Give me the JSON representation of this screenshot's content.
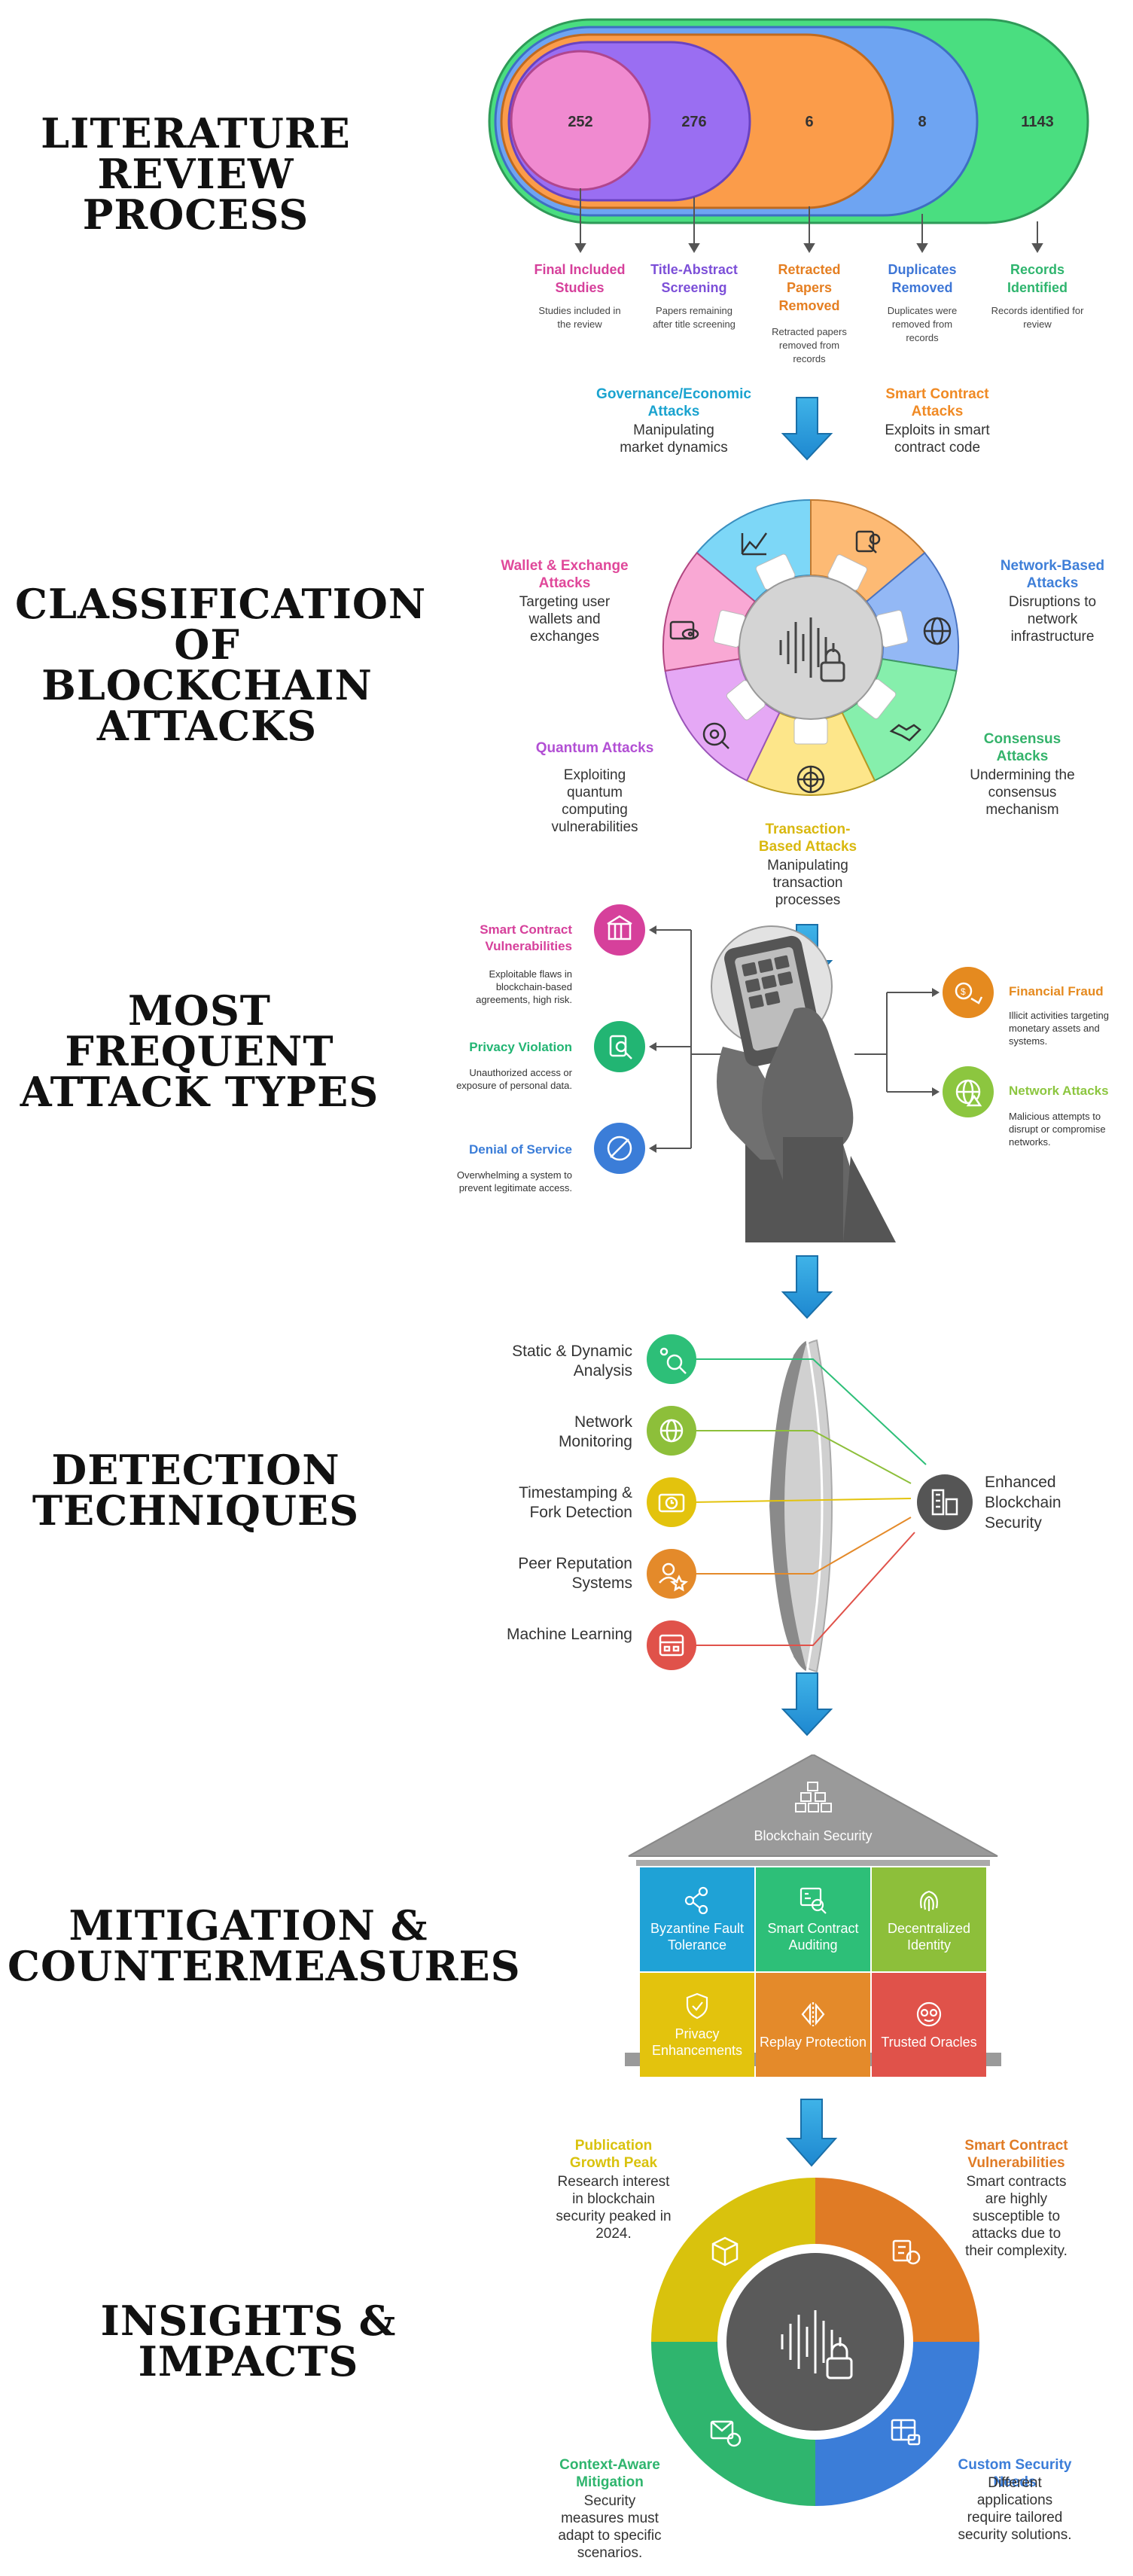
{
  "sections": {
    "literature": [
      "LITERATURE",
      "REVIEW",
      "PROCESS"
    ],
    "classification": [
      "CLASSIFICATION",
      "OF BLOCKCHAIN",
      "ATTACKS"
    ],
    "frequent": [
      "MOST FREQUENT",
      "ATTACK TYPES"
    ],
    "detection": [
      "DETECTION",
      "TECHNIQUES"
    ],
    "mitigation": [
      "MITIGATION &",
      "COUNTERMEASURES"
    ],
    "insights": [
      "INSIGHTS &",
      "IMPACTS"
    ]
  },
  "literature_review": {
    "counts": [
      "252",
      "276",
      "6",
      "8",
      "1143"
    ],
    "colors": [
      "#f472b6",
      "#8b5cf6",
      "#fb923c",
      "#5b8def",
      "#4ade80"
    ],
    "stages": [
      {
        "title": "Final Included Studies",
        "desc": "Studies included in the review"
      },
      {
        "title": "Title-Abstract Screening",
        "desc": "Papers remaining after title screening"
      },
      {
        "title": "Retracted Papers Removed",
        "desc": "Retracted papers removed from records"
      },
      {
        "title": "Duplicates Removed",
        "desc": "Duplicates were removed from records"
      },
      {
        "title": "Records Identified",
        "desc": "Records identified for review"
      }
    ]
  },
  "classification": {
    "categories": [
      {
        "title": "Governance/Economic Attacks",
        "desc": "Manipulating market dynamics",
        "color": "#1aa3cf"
      },
      {
        "title": "Smart Contract Attacks",
        "desc": "Exploits in smart contract code",
        "color": "#f08a24"
      },
      {
        "title": "Network-Based Attacks",
        "desc": "Disruptions to network infrastructure",
        "color": "#3f7fd8"
      },
      {
        "title": "Consensus Attacks",
        "desc": "Undermining the consensus mechanism",
        "color": "#34b36b"
      },
      {
        "title": "Transaction-Based Attacks",
        "desc": "Manipulating transaction processes",
        "color": "#d9b80f"
      },
      {
        "title": "Quantum Attacks",
        "desc": "Exploiting quantum computing vulnerabilities",
        "color": "#b24fd4"
      },
      {
        "title": "Wallet & Exchange Attacks",
        "desc": "Targeting user wallets and exchanges",
        "color": "#e0489a"
      }
    ]
  },
  "frequent_attacks": {
    "left": [
      {
        "title": "Smart Contract Vulnerabilities",
        "desc": "Exploitable flaws in blockchain-based agreements, high risk.",
        "color": "#d6409b"
      },
      {
        "title": "Privacy Violation",
        "desc": "Unauthorized access or exposure of personal data.",
        "color": "#22b573"
      },
      {
        "title": "Denial of Service",
        "desc": "Overwhelming a system to prevent legitimate access.",
        "color": "#3b7dd8"
      }
    ],
    "right": [
      {
        "title": "Financial Fraud",
        "desc": "Illicit activities targeting monetary assets and systems.",
        "color": "#e58a1f"
      },
      {
        "title": "Network Attacks",
        "desc": "Malicious attempts to disrupt or compromise networks.",
        "color": "#8cc63f"
      }
    ]
  },
  "detection": {
    "techniques": [
      {
        "label": "Static & Dynamic Analysis",
        "color": "#2dbf78"
      },
      {
        "label": "Network Monitoring",
        "color": "#8dbf3a"
      },
      {
        "label": "Timestamping & Fork Detection",
        "color": "#e3c30d"
      },
      {
        "label": "Peer Reputation Systems",
        "color": "#e48a2a"
      },
      {
        "label": "Machine Learning",
        "color": "#e0524a"
      }
    ],
    "result": "Enhanced Blockchain Security"
  },
  "mitigation": {
    "roof": "Blockchain Security",
    "cells": [
      {
        "label": "Byzantine Fault Tolerance",
        "color": "#1fa2d6"
      },
      {
        "label": "Smart Contract Auditing",
        "color": "#2dbf78"
      },
      {
        "label": "Decentralized Identity",
        "color": "#8dbf3a"
      },
      {
        "label": "Privacy Enhancements",
        "color": "#e3c30d"
      },
      {
        "label": "Replay Protection",
        "color": "#e48a2a"
      },
      {
        "label": "Trusted Oracles",
        "color": "#e0524a"
      }
    ]
  },
  "insights": {
    "items": [
      {
        "title": "Publication Growth Peak",
        "desc": "Research interest in blockchain security peaked in 2024.",
        "color": "#d9c20d"
      },
      {
        "title": "Smart Contract Vulnerabilities",
        "desc": "Smart contracts are highly susceptible to attacks due to their complexity.",
        "color": "#e07b25"
      },
      {
        "title": "Custom Security Needs",
        "desc": "Different applications require tailored security solutions.",
        "color": "#3b7dd8"
      },
      {
        "title": "Context-Aware Mitigation",
        "desc": "Security measures must adapt to specific scenarios.",
        "color": "#2fb56e"
      }
    ]
  }
}
